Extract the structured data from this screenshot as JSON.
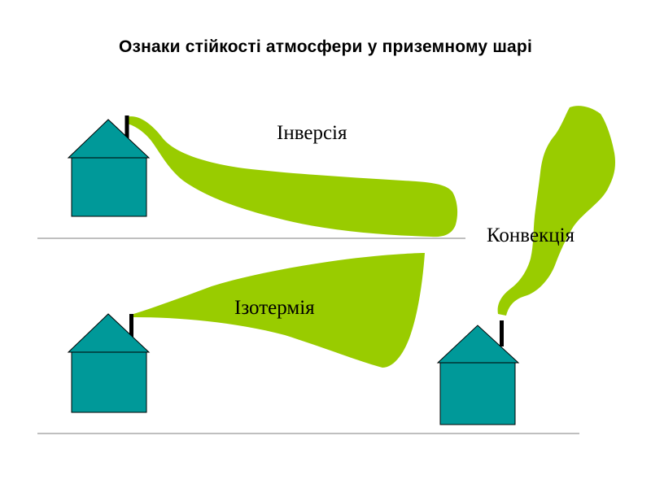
{
  "title": "Ознаки стійкості атмосфери у приземному шарі",
  "labels": {
    "inversion": "Інверсія",
    "convection": "Конвекція",
    "isotherm": "Ізотермія"
  },
  "colors": {
    "plume": "#99cc00",
    "house": "#009999",
    "outline": "#000000",
    "ground": "#999999"
  }
}
